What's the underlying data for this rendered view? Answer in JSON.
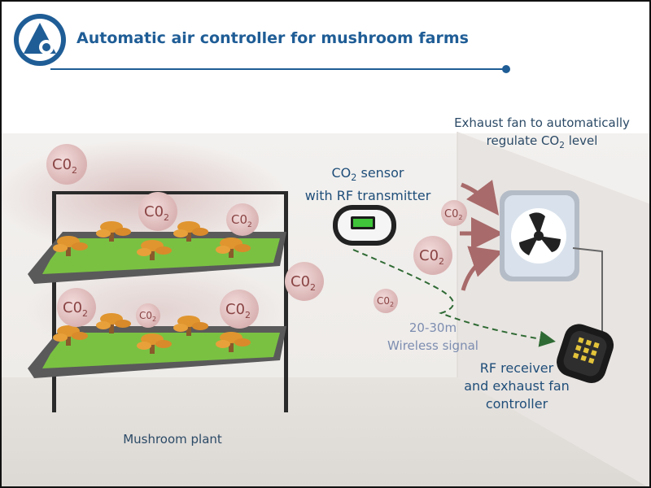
{
  "header": {
    "title": "Automatic air controller for mushroom farms"
  },
  "labels": {
    "exhaust_fan_line1": "Exhaust fan to automatically",
    "exhaust_fan_line2_pre": "regulate CO",
    "exhaust_fan_line2_sub": "2",
    "exhaust_fan_line2_post": " level",
    "sensor_line1_pre": "CO",
    "sensor_line1_sub": "2",
    "sensor_line1_post": " sensor",
    "sensor_line2": "with RF transmitter",
    "distance": "20-30m",
    "wireless": "Wireless signal",
    "receiver_line1": "RF receiver",
    "receiver_line2": "and exhaust fan",
    "receiver_line3": "controller",
    "plant": "Mushroom plant"
  },
  "co2_bubble": {
    "main": "C0",
    "sub": "2"
  },
  "colors": {
    "brand_blue": "#1f5d96",
    "label_blue": "#1f4e79",
    "grass_green": "#7ac142",
    "arrow_red": "#a86a6a",
    "signal_green": "#2f6a34",
    "sensor_display": "#3fc43a",
    "receiver_led": "#e3c33a"
  }
}
